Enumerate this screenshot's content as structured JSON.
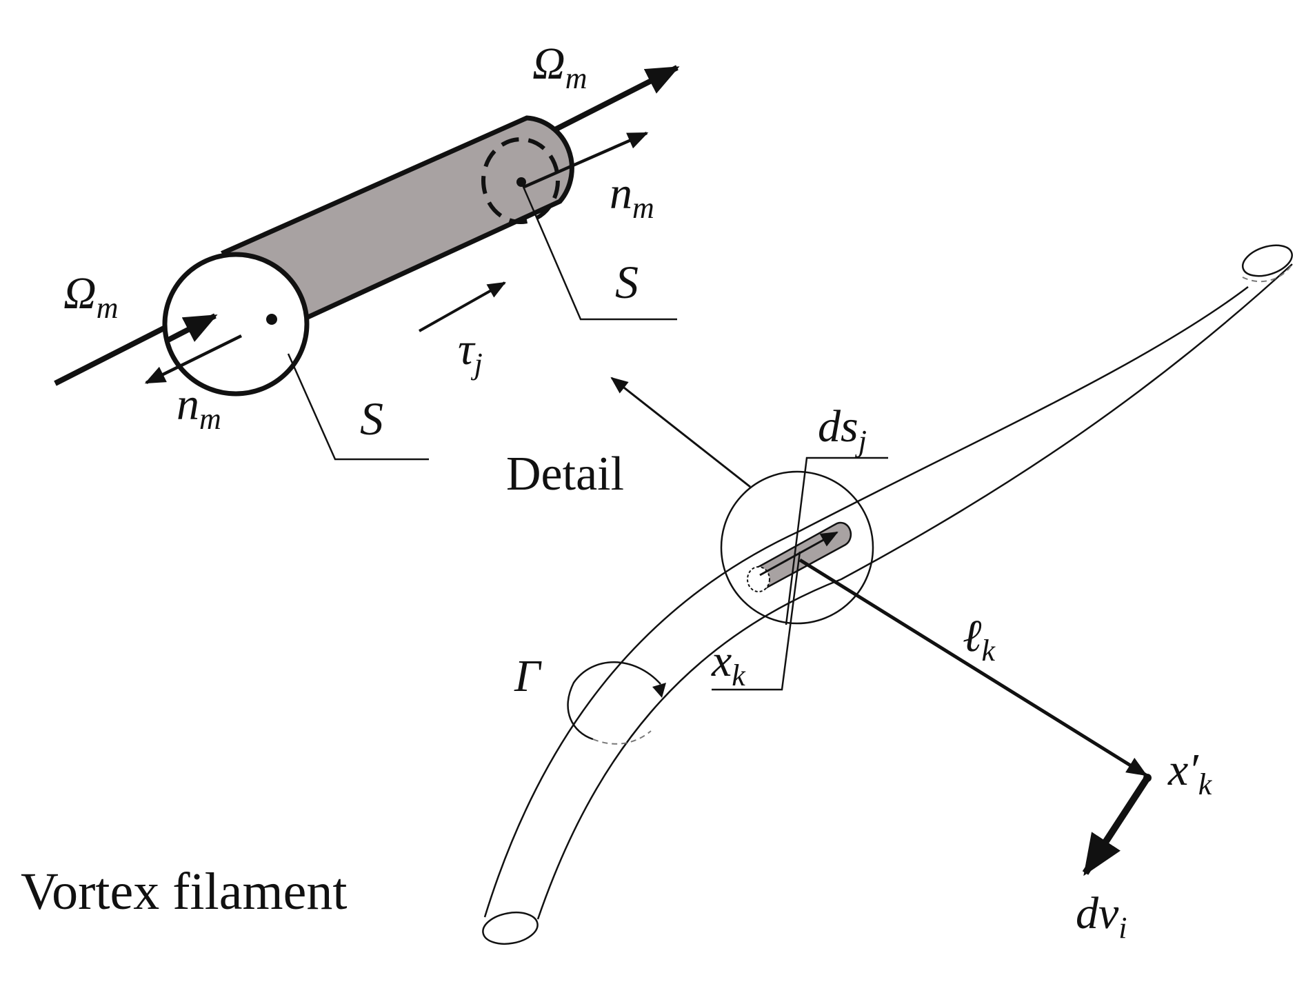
{
  "detail_view": {
    "omega_out_label": "Ω",
    "omega_out_sub": "m",
    "omega_in_label": "Ω",
    "omega_in_sub": "m",
    "normal_out_label": "n",
    "normal_out_sub": "m",
    "normal_in_label": "n",
    "normal_in_sub": "m",
    "surface_right_label": "S",
    "surface_left_label": "S",
    "tangent_label": "τ",
    "tangent_sub": "j",
    "fill_color": "#a8a2a2"
  },
  "detail_callout": {
    "label": "Detail"
  },
  "filament": {
    "label": "Vortex filament",
    "circulation_label": "Γ",
    "element_label": "ds",
    "element_sub": "j",
    "position_label": "x",
    "position_sub": "k",
    "distance_label": "ℓ",
    "distance_sub": "k",
    "target_label": "x′",
    "target_sub": "k",
    "velocity_label": "dv",
    "velocity_sub": "i"
  }
}
